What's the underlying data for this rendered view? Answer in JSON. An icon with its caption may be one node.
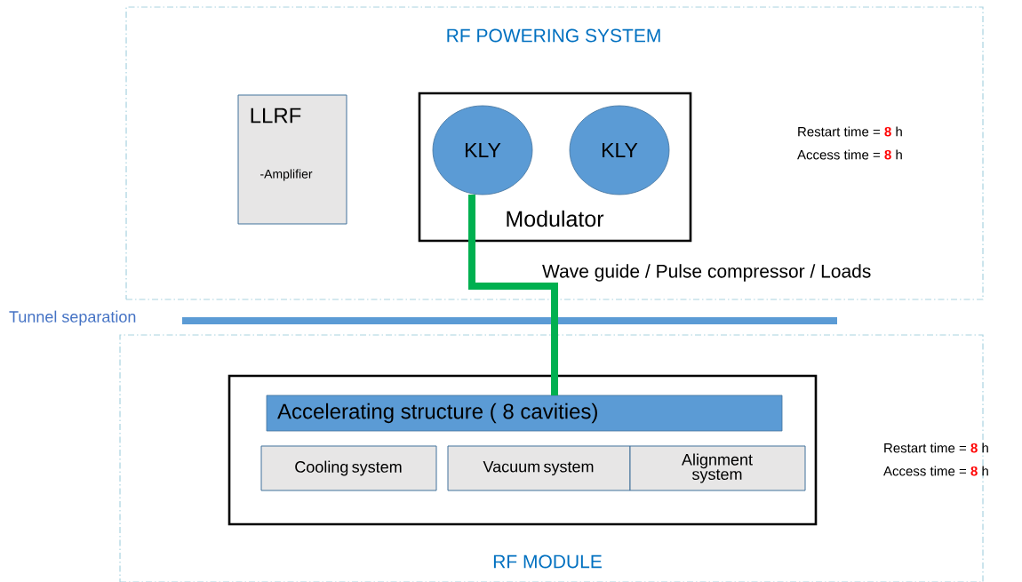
{
  "diagram": {
    "nodes": [
      {
        "text": [
          "RF POWERING SYSTEM"
        ]
      },
      {
        "text": [
          "LLRF",
          "-Amplifier"
        ],
        "in": 0
      },
      {
        "text": [
          "Modulator"
        ],
        "in": 0
      },
      {
        "text": [
          "KLY"
        ],
        "in": 2
      },
      {
        "text": [
          "KLY"
        ],
        "in": 2
      },
      {
        "text": [
          "RF MODULE"
        ]
      },
      {
        "text": [],
        "shape": "box",
        "in": 5
      },
      {
        "text": [
          "Accelerating structure ( 8 cavities)"
        ],
        "in": 6
      },
      {
        "text": [
          "Cooling system"
        ],
        "in": 6
      },
      {
        "text": [
          "Vacuum system"
        ],
        "in": 6
      },
      {
        "text": [
          "Alignment system"
        ],
        "in": 6
      }
    ],
    "edges": [
      {
        "from": 3,
        "to": 7,
        "arrow": "none",
        "label": "Wave guide / Pulse compressor / Loads",
        "color": "#00b050"
      }
    ],
    "labels": [
      "Restart time = **8** h",
      "Access time = **8** h",
      "Tunnel separation",
      "Restart time = **8** h",
      "Access time = **8** h"
    ]
  }
}
